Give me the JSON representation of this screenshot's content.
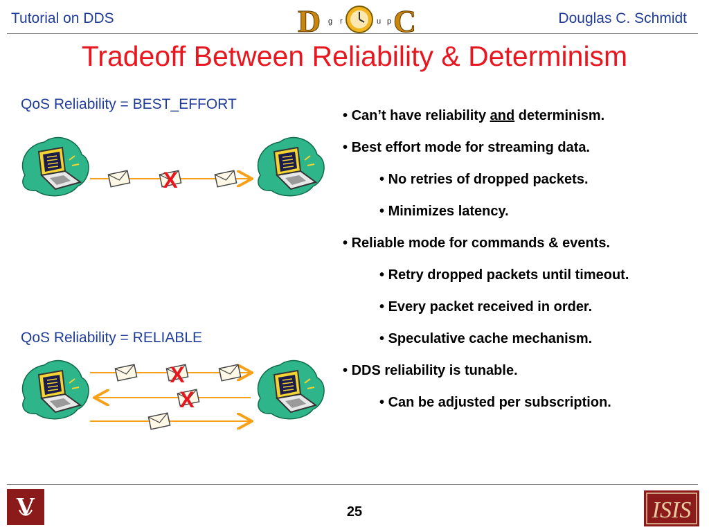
{
  "header": {
    "left": "Tutorial on DDS",
    "right": "Douglas C. Schmidt",
    "logo_letters": [
      "D",
      "g",
      "r",
      "o",
      "u",
      "p",
      "C"
    ]
  },
  "title": "Tradeoff Between Reliability & Determinism",
  "diagrams": {
    "best_effort_label": "QoS Reliability = BEST_EFFORT",
    "reliable_label": "QoS Reliability = RELIABLE",
    "drop_mark": "X"
  },
  "bullets": [
    {
      "level": 1,
      "pre": "Can’t have reliability ",
      "em": "and",
      "post": " determinism."
    },
    {
      "level": 1,
      "text": "Best effort mode for streaming data."
    },
    {
      "level": 2,
      "text": "No retries of dropped packets."
    },
    {
      "level": 2,
      "text": "Minimizes latency."
    },
    {
      "level": 1,
      "text": "Reliable mode for commands & events."
    },
    {
      "level": 2,
      "text": "Retry dropped packets until timeout."
    },
    {
      "level": 2,
      "text": "Every packet received in order."
    },
    {
      "level": 2,
      "text": "Speculative cache mechanism."
    },
    {
      "level": 1,
      "text": "DDS reliability is tunable."
    },
    {
      "level": 2,
      "text": "Can be adjusted per subscription."
    }
  ],
  "footer": {
    "page_number": "25",
    "left_logo_letter": "V",
    "right_logo_text": "ISIS"
  },
  "colors": {
    "title": "#e8161e",
    "header_text": "#1f3d99",
    "arrow": "#f7a11a",
    "drop_mark": "#e8161e",
    "footer_logo": "#8b1a1a"
  }
}
